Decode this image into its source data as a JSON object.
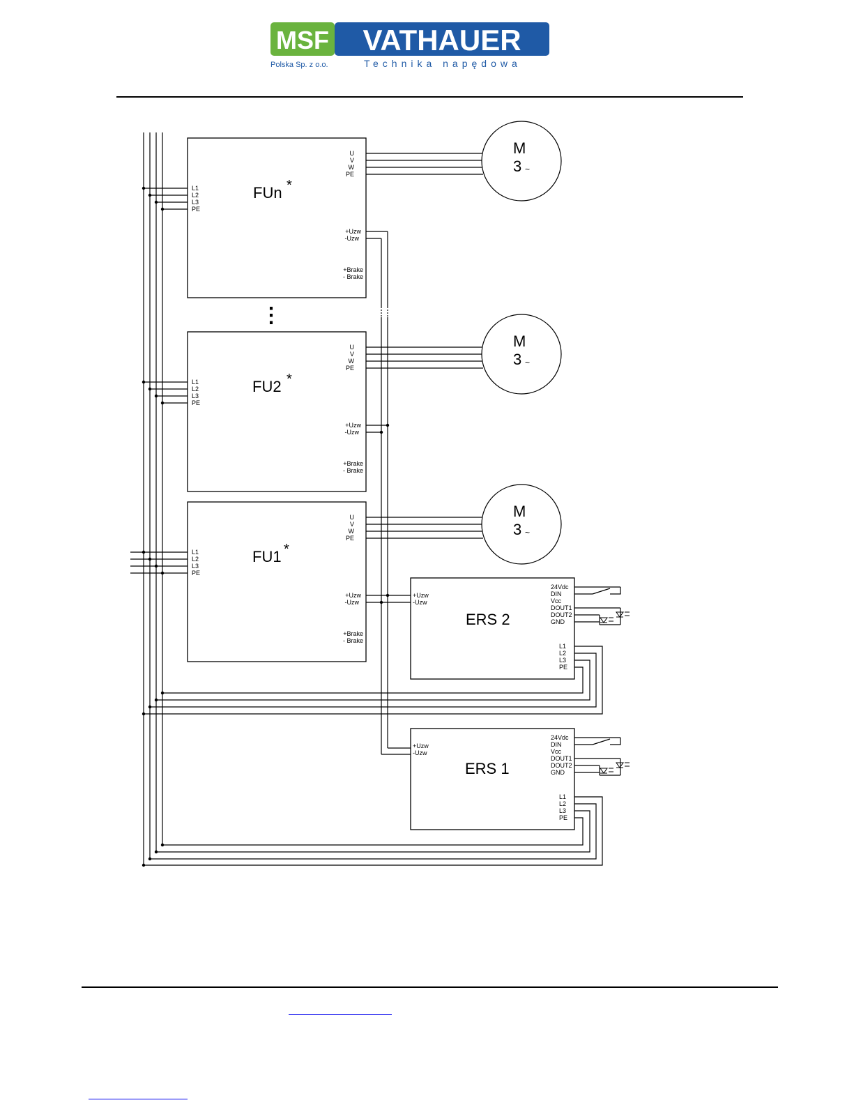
{
  "header": {
    "logo": {
      "mark": "MSF",
      "brand": "VATHAUER",
      "company": "Polska Sp. z o.o.",
      "tagline": "Technika napędowa",
      "colors": {
        "green": "#6ab33e",
        "blue": "#1f5aa6"
      }
    }
  },
  "diagram": {
    "drives": [
      {
        "id": "fun",
        "title": "FUn",
        "star": "*"
      },
      {
        "id": "fu2",
        "title": "FU2",
        "star": "*"
      },
      {
        "id": "fu1",
        "title": "FU1",
        "star": "*"
      }
    ],
    "drive_terminals": {
      "supply": [
        "L1",
        "L2",
        "L3",
        "PE"
      ],
      "motor": [
        "U",
        "V",
        "W",
        "PE"
      ],
      "dc_link": [
        "+Uzw",
        "-Uzw"
      ],
      "brake": [
        "+Brake",
        "- Brake"
      ]
    },
    "motor": {
      "line1": "M",
      "line2": "3",
      "tilde": "~"
    },
    "ers_units": [
      {
        "id": "ers2",
        "title": "ERS 2"
      },
      {
        "id": "ers1",
        "title": "ERS 1"
      }
    ],
    "ers_terminals": {
      "dc_link": [
        "+Uzw",
        "-Uzw"
      ],
      "signals": [
        "24Vdc",
        "DIN",
        "Vcc",
        "DOUT1",
        "DOUT2",
        "GND"
      ],
      "supply": [
        "L1",
        "L2",
        "L3",
        "PE"
      ]
    },
    "ellipsis": "⋮"
  }
}
